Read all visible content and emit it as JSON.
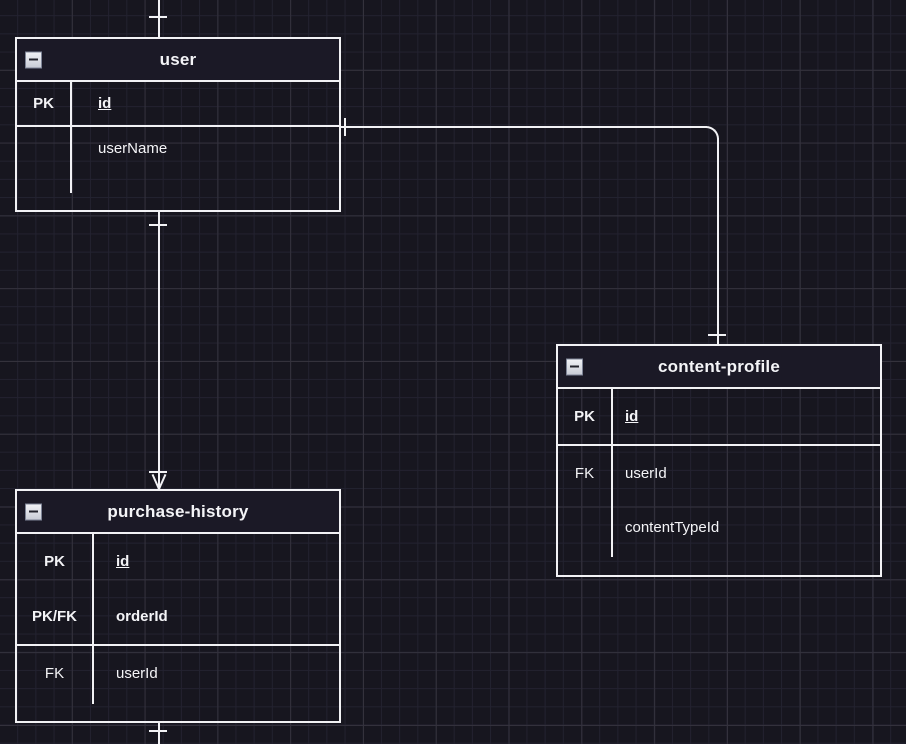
{
  "canvas": {
    "background_color": "#17161f",
    "grid_minor_color": "#232230",
    "grid_major_color": "#34323d",
    "line_color": "#f2f2f5",
    "text_color": "#f4f4f7"
  },
  "entities": [
    {
      "id": "user",
      "title": "user",
      "collapse_icon": "minus-box-icon",
      "attributes": [
        {
          "key": "PK",
          "name": "id",
          "underlined": true,
          "bold": true
        },
        {
          "key": "",
          "name": "userName",
          "underlined": false,
          "bold": false
        }
      ]
    },
    {
      "id": "content-profile",
      "title": "content-profile",
      "collapse_icon": "minus-box-icon",
      "attributes": [
        {
          "key": "PK",
          "name": "id",
          "underlined": true,
          "bold": true
        },
        {
          "key": "FK",
          "name": "userId",
          "underlined": false,
          "bold": false
        },
        {
          "key": "",
          "name": "contentTypeId",
          "underlined": false,
          "bold": false
        }
      ]
    },
    {
      "id": "purchase-history",
      "title": "purchase-history",
      "collapse_icon": "minus-box-icon",
      "attributes": [
        {
          "key": "PK",
          "name": "id",
          "underlined": true,
          "bold": true
        },
        {
          "key": "PK/FK",
          "name": "orderId",
          "underlined": false,
          "bold": true
        },
        {
          "key": "FK",
          "name": "userId",
          "underlined": false,
          "bold": false
        }
      ]
    }
  ],
  "relationships": [
    {
      "id": "user-to-purchase-history",
      "from": "user",
      "to": "purchase-history",
      "from_cardinality": "one",
      "to_cardinality": "many"
    },
    {
      "id": "user-to-content-profile",
      "from": "user",
      "to": "content-profile",
      "from_cardinality": "one",
      "to_cardinality": "one"
    },
    {
      "id": "user-top-edge",
      "from": "offscreen",
      "to": "user",
      "from_cardinality": "one",
      "to_cardinality": "one"
    },
    {
      "id": "purchase-history-bottom-edge",
      "from": "purchase-history",
      "to": "offscreen",
      "from_cardinality": "one",
      "to_cardinality": "one"
    }
  ]
}
